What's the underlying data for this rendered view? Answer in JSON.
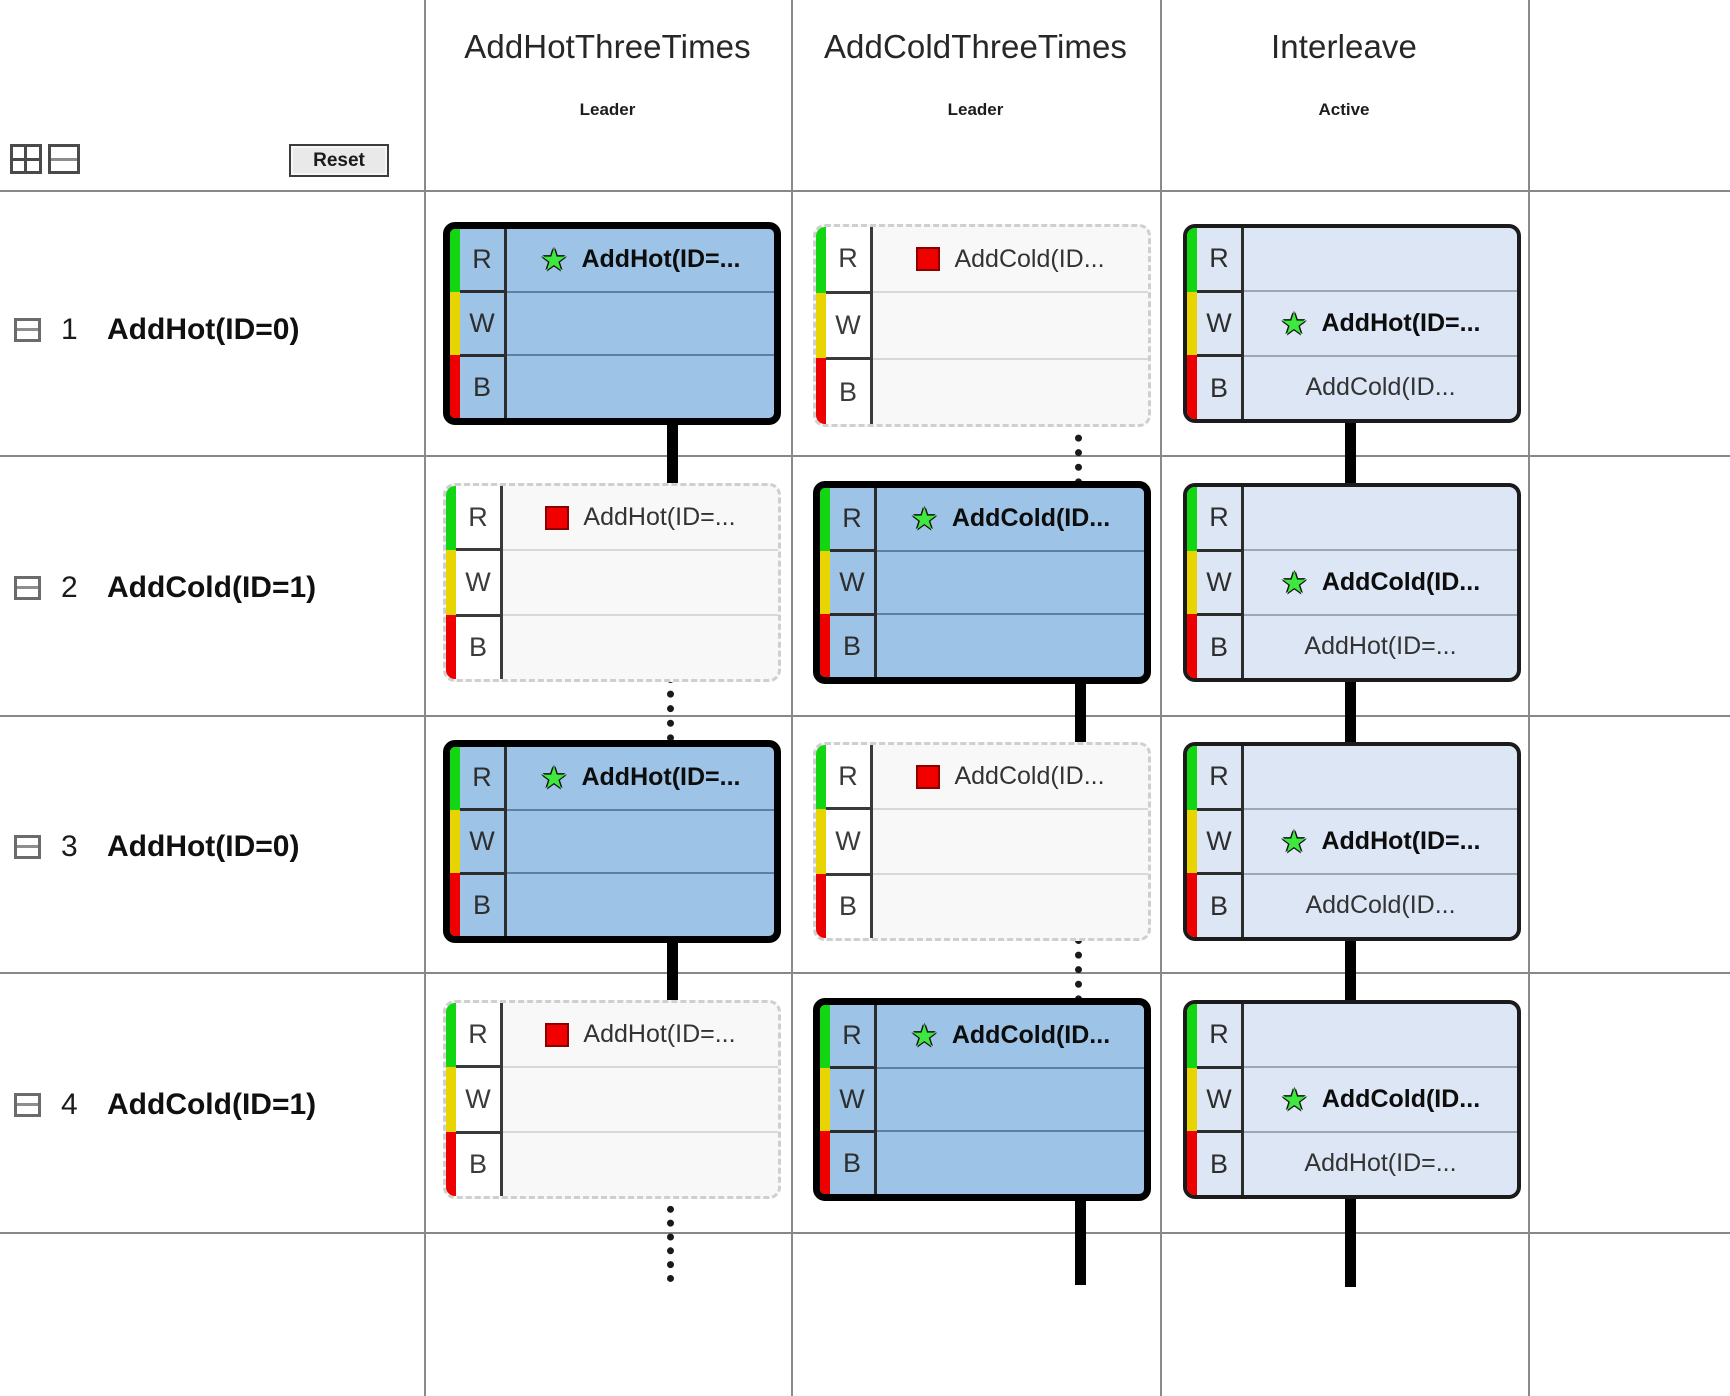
{
  "toolbar": {
    "grid_icon": "grid-layout-icon",
    "split_icon": "horizontal-split-icon",
    "reset_label": "Reset"
  },
  "columns": [
    {
      "title": "AddHotThreeTimes",
      "subtitle": "Leader"
    },
    {
      "title": "AddColdThreeTimes",
      "subtitle": "Leader"
    },
    {
      "title": "Interleave",
      "subtitle": "Active"
    }
  ],
  "state_letters": [
    "R",
    "W",
    "B"
  ],
  "rows": [
    {
      "num": "1",
      "name": "AddHot(ID=0)"
    },
    {
      "num": "2",
      "name": "AddCold(ID=1)"
    },
    {
      "num": "3",
      "name": "AddHot(ID=0)"
    },
    {
      "num": "4",
      "name": "AddCold(ID=1)"
    }
  ],
  "cells": {
    "r1c1": {
      "style": "active",
      "entries": [
        {
          "slot": "R",
          "icon": "star",
          "text": "AddHot(ID=...",
          "bold": true
        },
        {
          "slot": "W",
          "icon": "none",
          "text": ""
        },
        {
          "slot": "B",
          "icon": "none",
          "text": ""
        }
      ]
    },
    "r1c2": {
      "style": "inactive",
      "entries": [
        {
          "slot": "R",
          "icon": "square",
          "text": "AddCold(ID...",
          "bold": false
        },
        {
          "slot": "W",
          "icon": "none",
          "text": ""
        },
        {
          "slot": "B",
          "icon": "none",
          "text": ""
        }
      ]
    },
    "r1c3": {
      "style": "light",
      "entries": [
        {
          "slot": "R",
          "icon": "none",
          "text": ""
        },
        {
          "slot": "W",
          "icon": "star",
          "text": "AddHot(ID=...",
          "bold": true
        },
        {
          "slot": "B",
          "icon": "none",
          "text": "AddCold(ID...",
          "bold": false
        }
      ]
    },
    "r2c1": {
      "style": "inactive",
      "entries": [
        {
          "slot": "R",
          "icon": "square",
          "text": "AddHot(ID=...",
          "bold": false
        },
        {
          "slot": "W",
          "icon": "none",
          "text": ""
        },
        {
          "slot": "B",
          "icon": "none",
          "text": ""
        }
      ]
    },
    "r2c2": {
      "style": "active",
      "entries": [
        {
          "slot": "R",
          "icon": "star",
          "text": "AddCold(ID...",
          "bold": true
        },
        {
          "slot": "W",
          "icon": "none",
          "text": ""
        },
        {
          "slot": "B",
          "icon": "none",
          "text": ""
        }
      ]
    },
    "r2c3": {
      "style": "light",
      "entries": [
        {
          "slot": "R",
          "icon": "none",
          "text": ""
        },
        {
          "slot": "W",
          "icon": "star",
          "text": "AddCold(ID...",
          "bold": true
        },
        {
          "slot": "B",
          "icon": "none",
          "text": "AddHot(ID=...",
          "bold": false
        }
      ]
    },
    "r3c1": {
      "style": "active",
      "entries": [
        {
          "slot": "R",
          "icon": "star",
          "text": "AddHot(ID=...",
          "bold": true
        },
        {
          "slot": "W",
          "icon": "none",
          "text": ""
        },
        {
          "slot": "B",
          "icon": "none",
          "text": ""
        }
      ]
    },
    "r3c2": {
      "style": "inactive",
      "entries": [
        {
          "slot": "R",
          "icon": "square",
          "text": "AddCold(ID...",
          "bold": false
        },
        {
          "slot": "W",
          "icon": "none",
          "text": ""
        },
        {
          "slot": "B",
          "icon": "none",
          "text": ""
        }
      ]
    },
    "r3c3": {
      "style": "light",
      "entries": [
        {
          "slot": "R",
          "icon": "none",
          "text": ""
        },
        {
          "slot": "W",
          "icon": "star",
          "text": "AddHot(ID=...",
          "bold": true
        },
        {
          "slot": "B",
          "icon": "none",
          "text": "AddCold(ID...",
          "bold": false
        }
      ]
    },
    "r4c1": {
      "style": "inactive",
      "entries": [
        {
          "slot": "R",
          "icon": "square",
          "text": "AddHot(ID=...",
          "bold": false
        },
        {
          "slot": "W",
          "icon": "none",
          "text": ""
        },
        {
          "slot": "B",
          "icon": "none",
          "text": ""
        }
      ]
    },
    "r4c2": {
      "style": "active",
      "entries": [
        {
          "slot": "R",
          "icon": "star",
          "text": "AddCold(ID...",
          "bold": true
        },
        {
          "slot": "W",
          "icon": "none",
          "text": ""
        },
        {
          "slot": "B",
          "icon": "none",
          "text": ""
        }
      ]
    },
    "r4c3": {
      "style": "light",
      "entries": [
        {
          "slot": "R",
          "icon": "none",
          "text": ""
        },
        {
          "slot": "W",
          "icon": "star",
          "text": "AddCold(ID...",
          "bold": true
        },
        {
          "slot": "B",
          "icon": "none",
          "text": "AddHot(ID=...",
          "bold": false
        }
      ]
    }
  },
  "colors": {
    "active_fill": "#9dc3e6",
    "light_fill": "#dce6f4",
    "inactive_fill": "#f8f8f8",
    "rail_ready": "#13d613",
    "rail_wait": "#e8d400",
    "rail_blocked": "#ee0000",
    "star": "#3ee83e",
    "square": "#f10000"
  }
}
